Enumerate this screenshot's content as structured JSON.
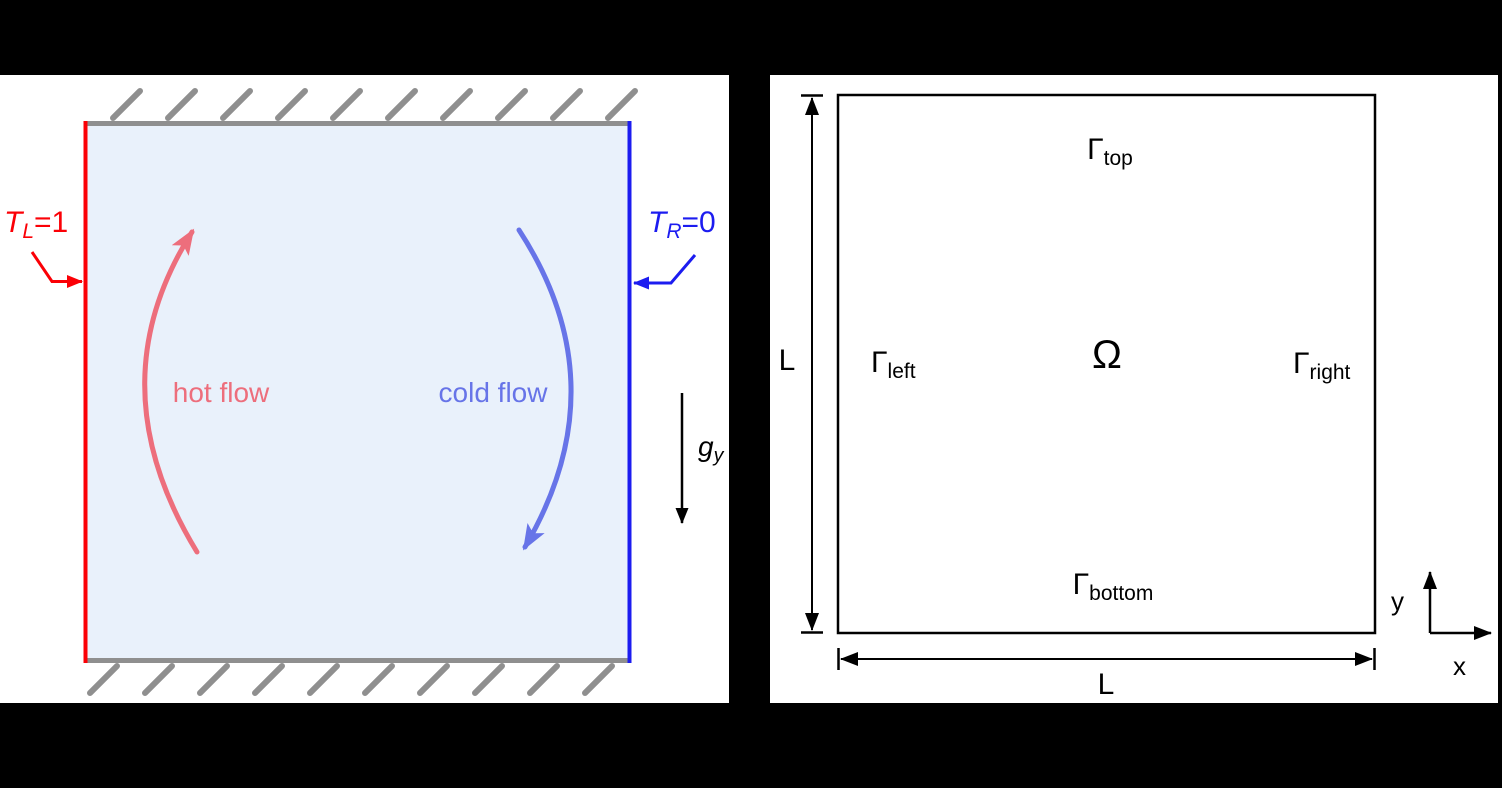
{
  "colors": {
    "hot_wall": "#fb0006",
    "cold_wall": "#1c1cf0",
    "hot_flow": "#ed6e7c",
    "cold_flow": "#6774e8",
    "wall_gray": "#8f8f8f",
    "cavity_fill": "#e9f1fb",
    "line_black": "#000000"
  },
  "left_panel": {
    "hot_wall_label": {
      "base": "T",
      "sub": "L",
      "rest": "=1"
    },
    "cold_wall_label": {
      "base": "T",
      "sub": "R",
      "rest": "=0"
    },
    "hot_flow_label": "hot flow",
    "cold_flow_label": "cold flow",
    "gravity_label": {
      "base": "g",
      "sub": "y"
    }
  },
  "right_panel": {
    "domain_label": "Ω",
    "boundary_top": {
      "base": "Γ",
      "sub": "top"
    },
    "boundary_left": {
      "base": "Γ",
      "sub": "left"
    },
    "boundary_right": {
      "base": "Γ",
      "sub": "right"
    },
    "boundary_bottom": {
      "base": "Γ",
      "sub": "bottom"
    },
    "height_label": "L",
    "width_label": "L",
    "axis_y_label": "y",
    "axis_x_label": "x"
  }
}
